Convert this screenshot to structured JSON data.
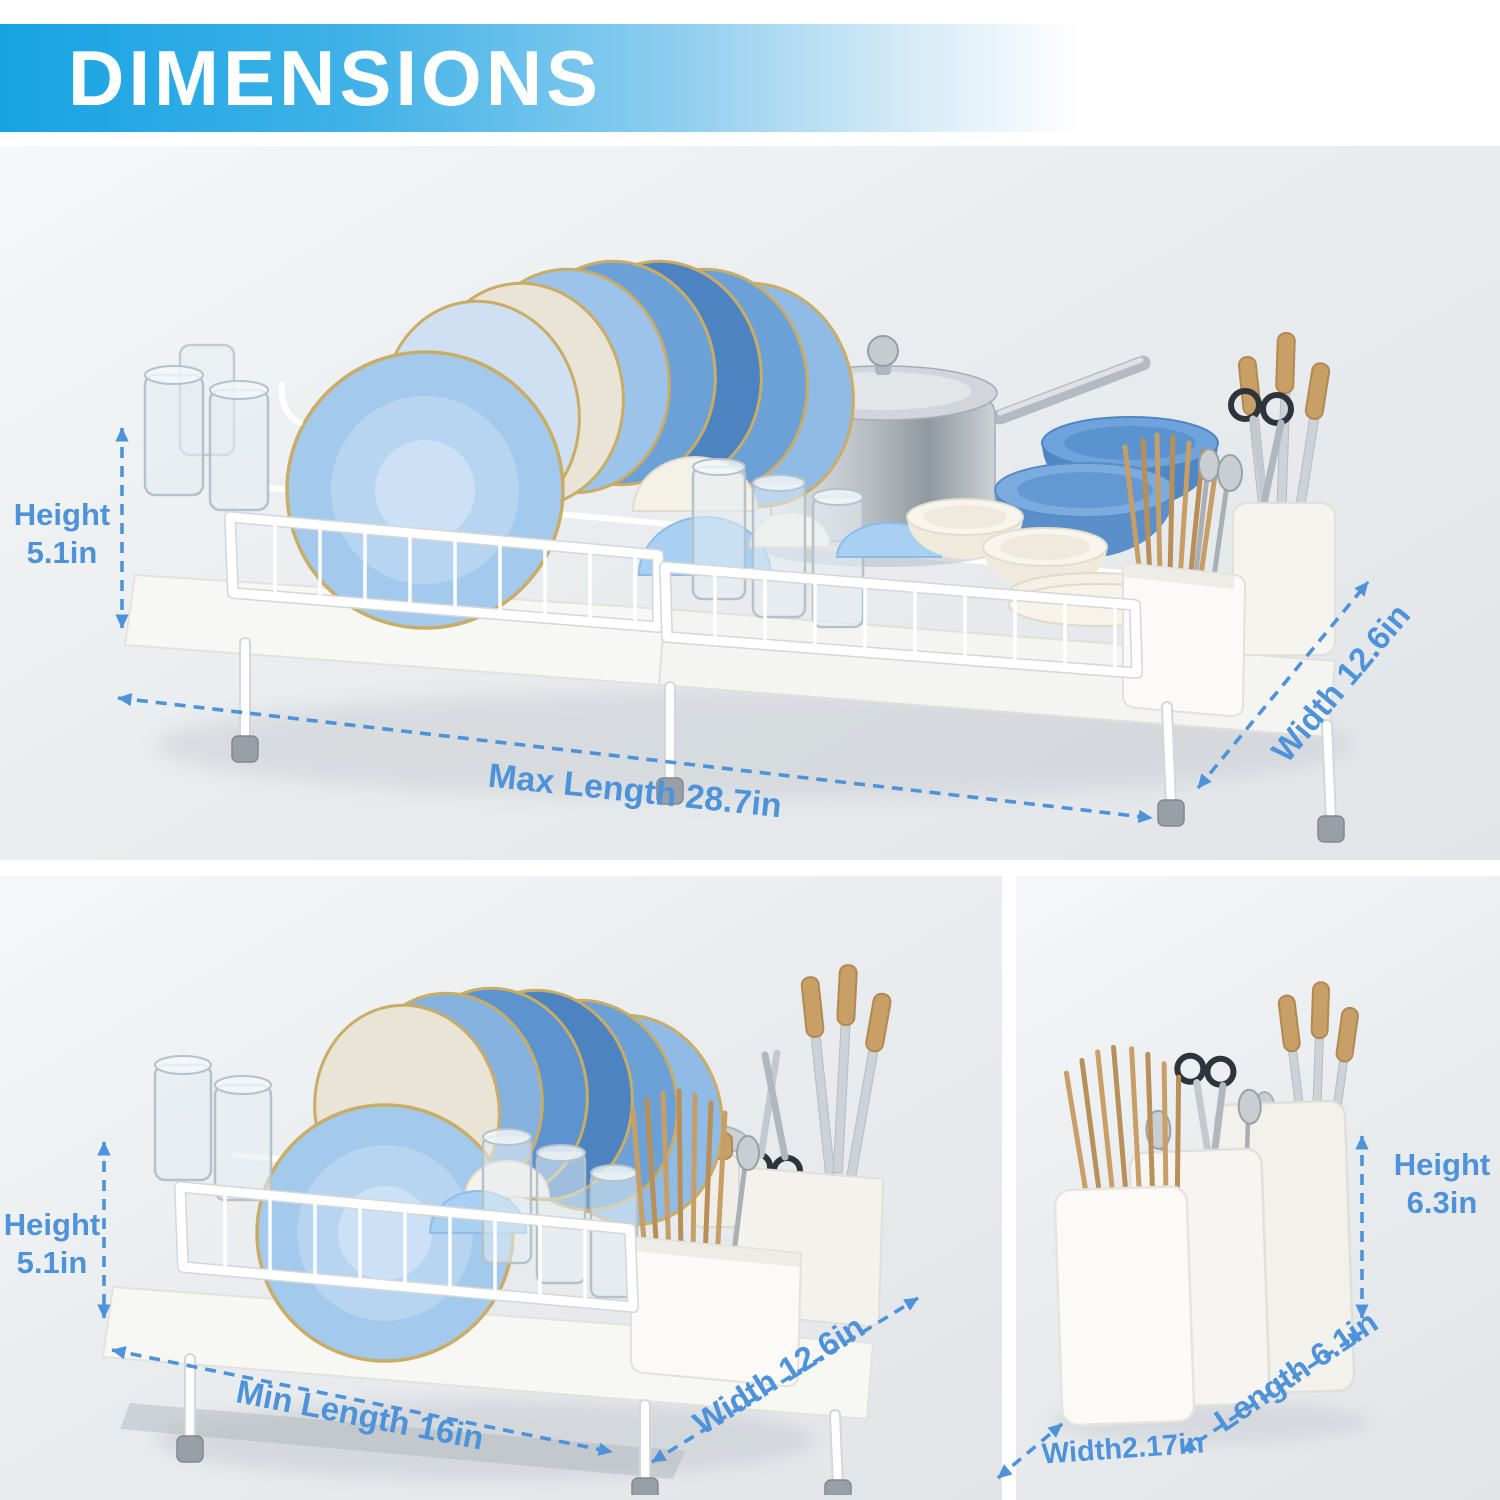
{
  "title": "DIMENSIONS",
  "colors": {
    "accent_blue": "#4E93D9",
    "banner_blue": "#17A3E3",
    "panel_gray": "#ECEEF0",
    "plate_blue": "#4D83C0",
    "gold_rim": "#C9AD67"
  },
  "sections": {
    "expanded": {
      "height_label": "Height",
      "height_value": "5.1in",
      "length": "Max Length 28.7in",
      "width": "Width 12.6in"
    },
    "compact": {
      "height_label": "Height",
      "height_value": "5.1in",
      "length": "Min Length 16in",
      "width": "Width 12.6in"
    },
    "holder": {
      "height_label": "Height",
      "height_value": "6.3in",
      "length": "Length 6.1in",
      "width": "Width2.17in"
    }
  }
}
